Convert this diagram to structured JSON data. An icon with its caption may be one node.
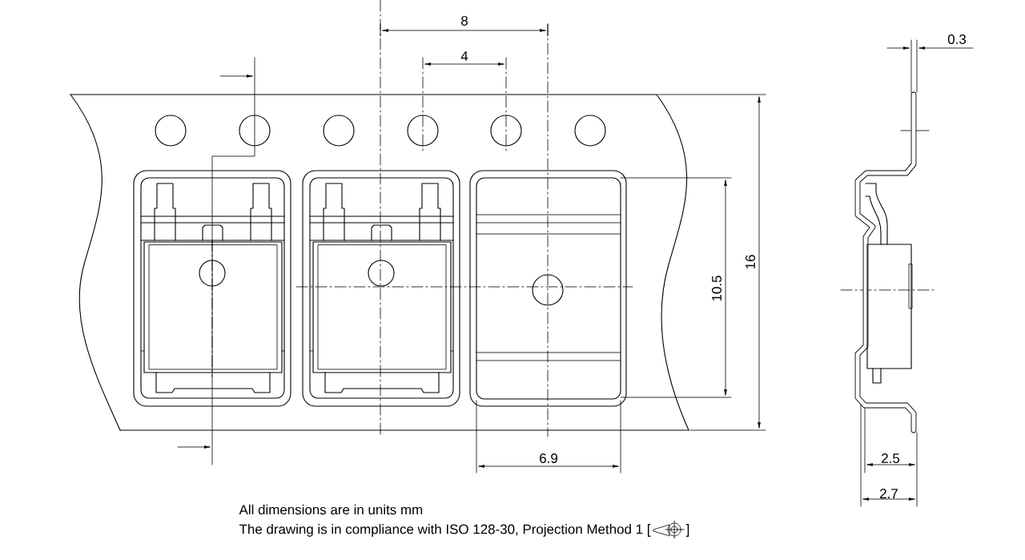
{
  "diagram": {
    "labels": [
      "8",
      "0.3",
      "4",
      "16",
      "10.5",
      "6.9",
      "2.5",
      "2.7",
      "All dimensions are in units mm",
      "The drawing is in compliance with ISO 128-30, Projection Method 1 [",
      "]"
    ]
  }
}
